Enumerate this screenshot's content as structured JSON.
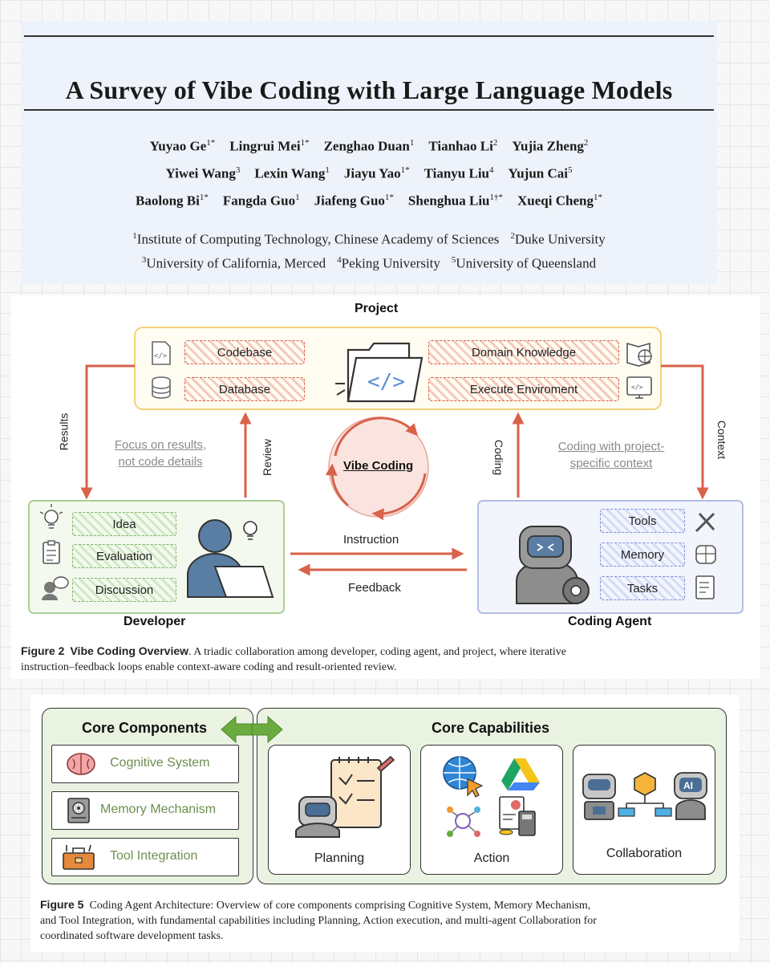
{
  "paper": {
    "title": "A Survey of Vibe Coding with Large Language Models",
    "authors_row1": [
      {
        "name": "Yuyao Ge",
        "sup": "1*"
      },
      {
        "name": "Lingrui Mei",
        "sup": "1*"
      },
      {
        "name": "Zenghao Duan",
        "sup": "1"
      },
      {
        "name": "Tianhao Li",
        "sup": "2"
      },
      {
        "name": "Yujia Zheng",
        "sup": "2"
      }
    ],
    "authors_row2": [
      {
        "name": "Yiwei Wang",
        "sup": "3"
      },
      {
        "name": "Lexin Wang",
        "sup": "1"
      },
      {
        "name": "Jiayu Yao",
        "sup": "1*"
      },
      {
        "name": "Tianyu Liu",
        "sup": "4"
      },
      {
        "name": "Yujun Cai",
        "sup": "5"
      }
    ],
    "authors_row3": [
      {
        "name": "Baolong Bi",
        "sup": "1*"
      },
      {
        "name": "Fangda Guo",
        "sup": "1"
      },
      {
        "name": "Jiafeng Guo",
        "sup": "1*"
      },
      {
        "name": "Shenghua Liu",
        "sup": "1†*"
      },
      {
        "name": "Xueqi Cheng",
        "sup": "1*"
      }
    ],
    "affiliations_row1": [
      {
        "sup": "1",
        "name": "Institute of Computing Technology, Chinese Academy of Sciences"
      },
      {
        "sup": "2",
        "name": "Duke University"
      }
    ],
    "affiliations_row2": [
      {
        "sup": "3",
        "name": "University of California, Merced"
      },
      {
        "sup": "4",
        "name": "Peking University"
      },
      {
        "sup": "5",
        "name": "University of Queensland"
      }
    ]
  },
  "figure2": {
    "project_label": "Project",
    "codebase": "Codebase",
    "database": "Database",
    "domain_knowledge": "Domain Knowledge",
    "execute_environment": "Execute Enviroment",
    "results": "Results",
    "review": "Review",
    "coding": "Coding",
    "context": "Context",
    "focus_line1": "Focus on results,",
    "focus_line2": "not code details",
    "coding_ctx_line1": "Coding with project-",
    "coding_ctx_line2": "specific context",
    "vibe_coding": "Vibe Coding",
    "instruction": "Instruction",
    "feedback": "Feedback",
    "developer_label": "Developer",
    "idea": "Idea",
    "evaluation": "Evaluation",
    "discussion": "Discussion",
    "agent_label": "Coding Agent",
    "tools": "Tools",
    "memory": "Memory",
    "tasks": "Tasks",
    "caption_label": "Figure 2",
    "caption_title": "Vibe Coding Overview",
    "caption_text_line1": ". A triadic collaboration among developer, coding agent, and project, where iterative",
    "caption_text_line2": "instruction–feedback loops enable context-aware coding and result-oriented review."
  },
  "figure5": {
    "core_components": "Core Components",
    "cognitive_system": "Cognitive System",
    "memory_mechanism": "Memory Mechanism",
    "tool_integration": "Tool Integration",
    "core_capabilities": "Core Capabilities",
    "planning": "Planning",
    "action": "Action",
    "collaboration": "Collaboration",
    "ai_badge": "AI",
    "caption_label": "Figure 5",
    "caption_line1": "Coding Agent Architecture: Overview of core components comprising Cognitive System, Memory Mechanism,",
    "caption_line2": "and Tool Integration, with fundamental capabilities including Planning, Action execution, and multi-agent Collaboration for",
    "caption_line3": "coordinated software development tasks."
  },
  "colors": {
    "accent_red": "#d9624b",
    "accent_green": "#7fb46a",
    "accent_blue": "#7f8fd9",
    "panel_green": "#eaf3e1",
    "title_bg": "#eef3fb"
  }
}
